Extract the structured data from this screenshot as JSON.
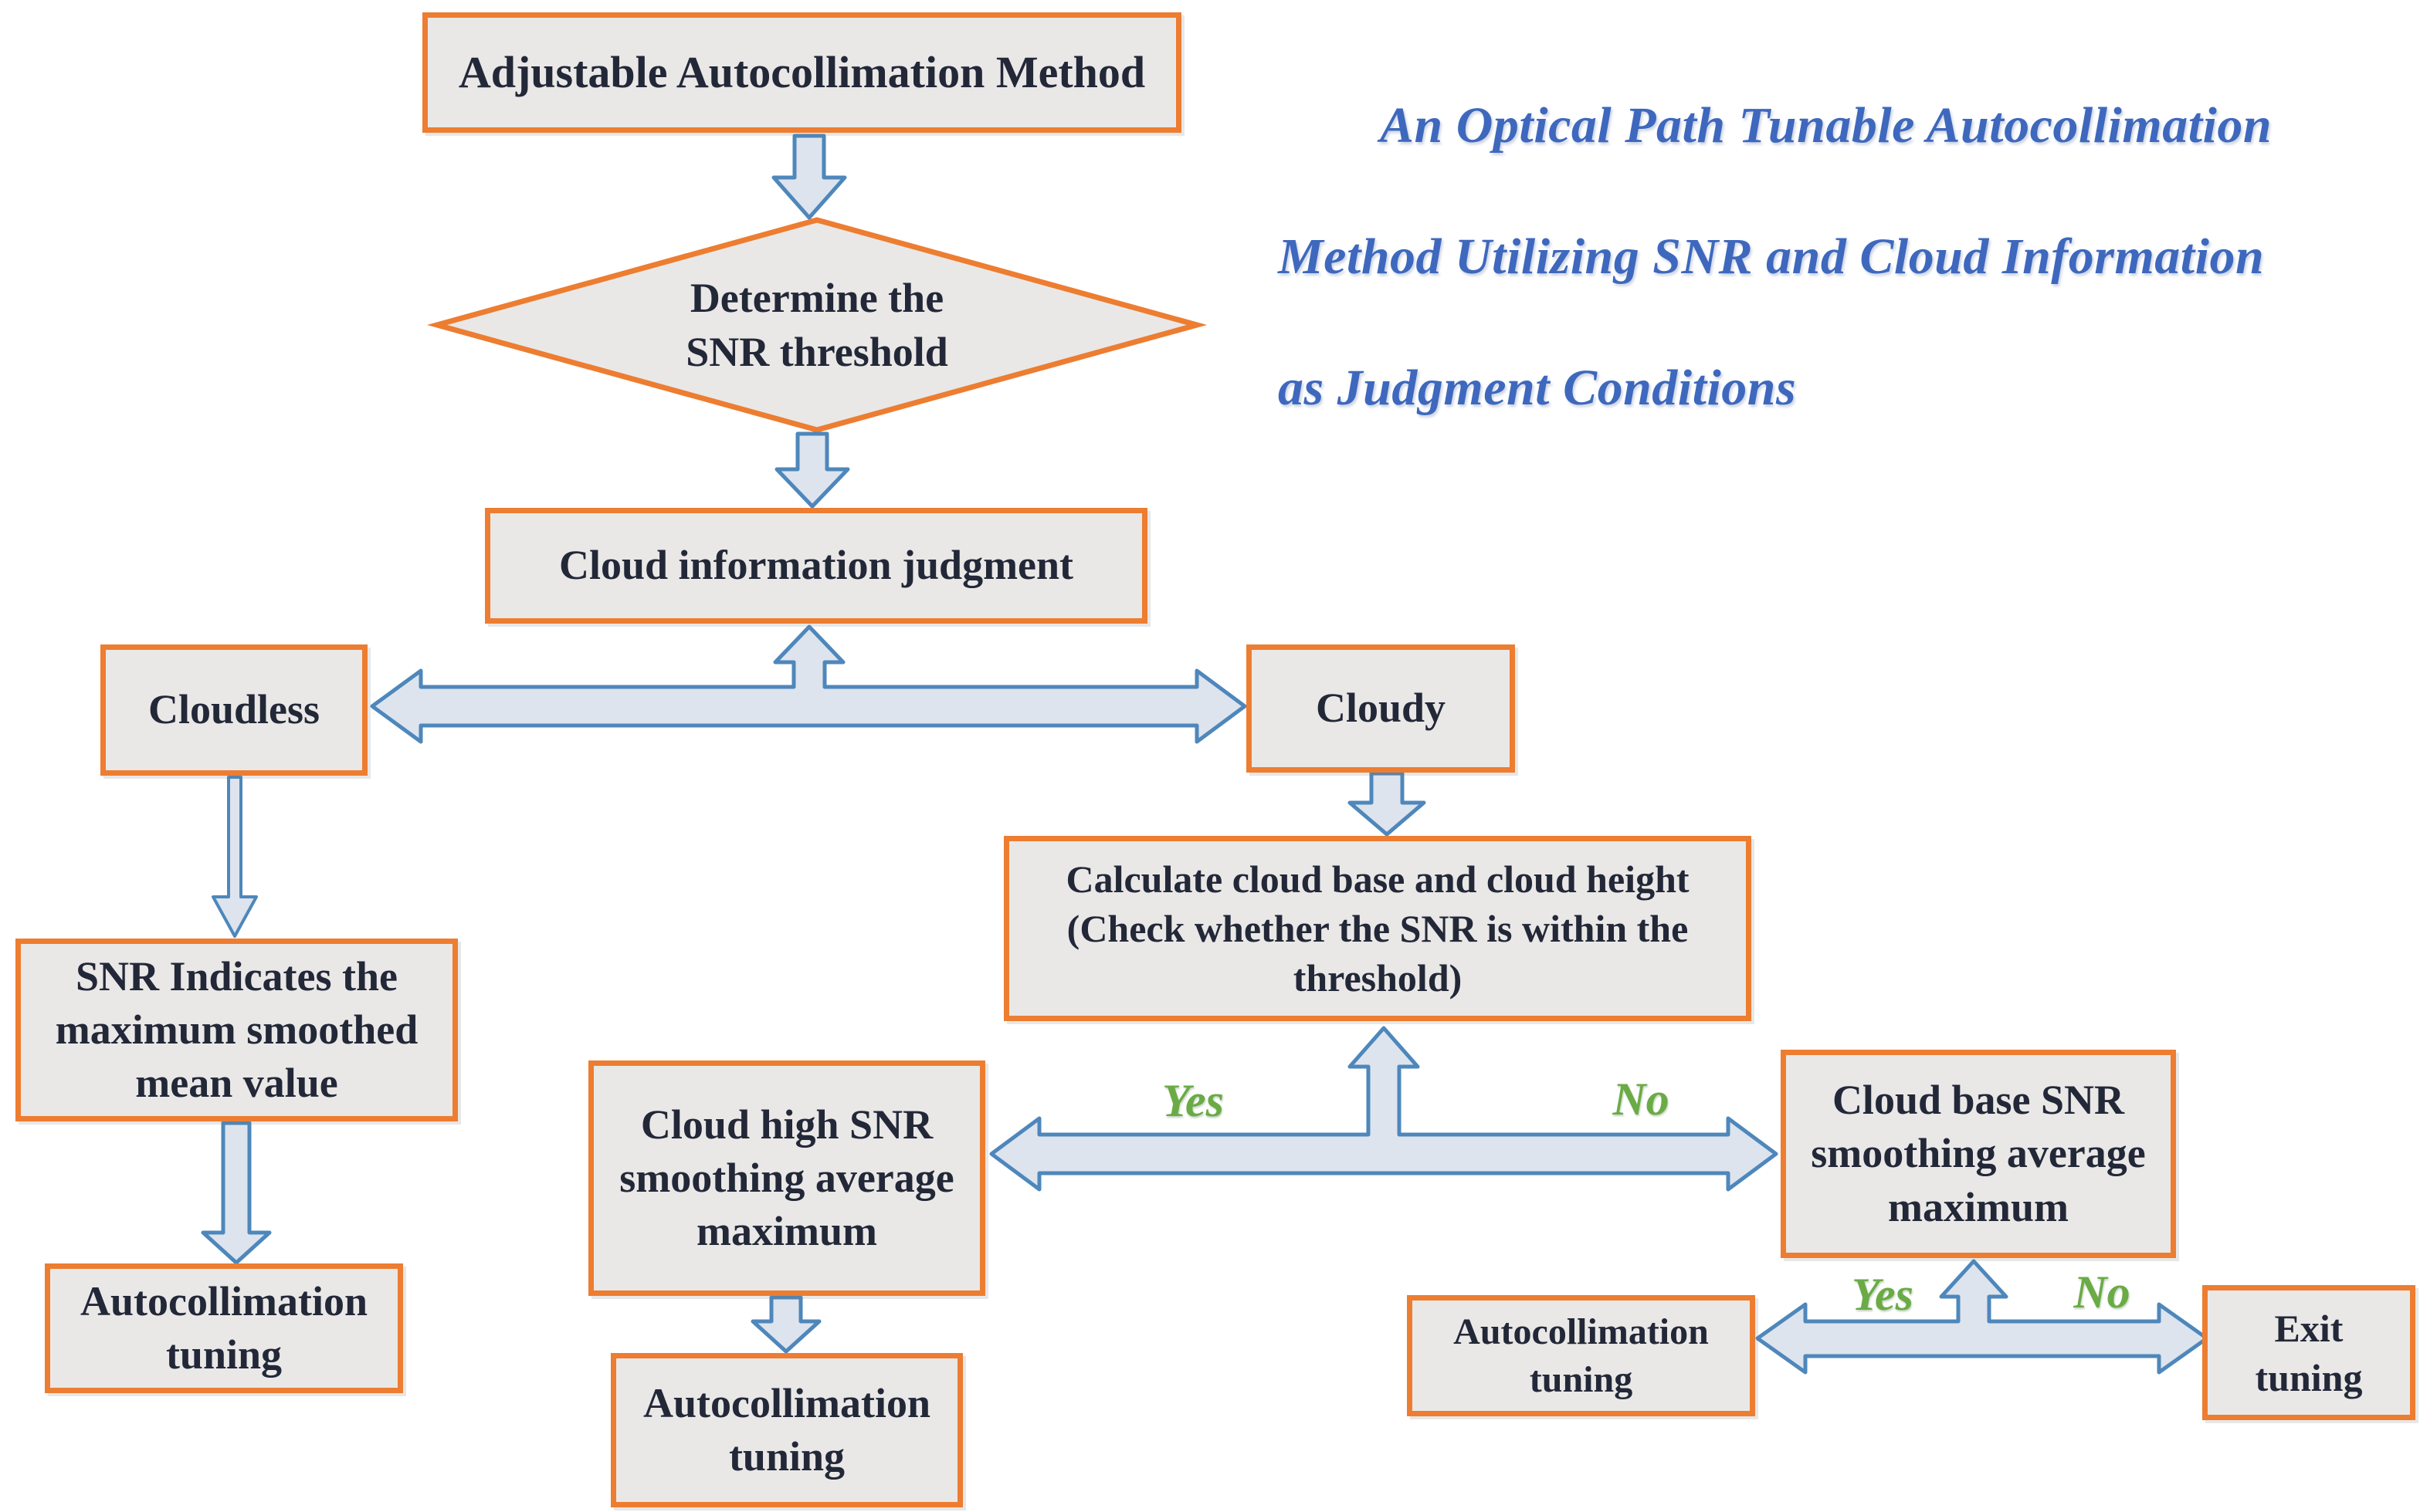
{
  "title": {
    "text": "An Optical Path Tunable Autocollimation\nMethod Utilizing SNR and Cloud Information\nas Judgment Conditions"
  },
  "nodes": {
    "start": "Adjustable Autocollimation Method",
    "decision": "Determine the\nSNR threshold",
    "cloud_judgment": "Cloud information judgment",
    "cloudless": "Cloudless",
    "cloudy": "Cloudy",
    "snr_max": "SNR Indicates the\nmaximum smoothed\nmean value",
    "tuning_left": "Autocollimation\ntuning",
    "calculate": "Calculate cloud base and cloud height\n(Check whether the SNR is within the\nthreshold)",
    "cloud_high": "Cloud high SNR\nsmoothing average\nmaximum",
    "tuning_mid": "Autocollimation\ntuning",
    "cloud_base": "Cloud base SNR\nsmoothing average\nmaximum",
    "tuning_right": "Autocollimation\ntuning",
    "exit": "Exit\ntuning"
  },
  "labels": {
    "yes_center": "Yes",
    "no_center": "No",
    "yes_right": "Yes",
    "no_right": "No"
  },
  "colors": {
    "box_border": "#ed7d31",
    "box_fill": "#e9e8e7",
    "box_text": "#232838",
    "arrow_fill": "#dde4ee",
    "arrow_stroke": "#4e87bb",
    "title_blue": "#3e68bd",
    "label_green": "#6aab45"
  }
}
